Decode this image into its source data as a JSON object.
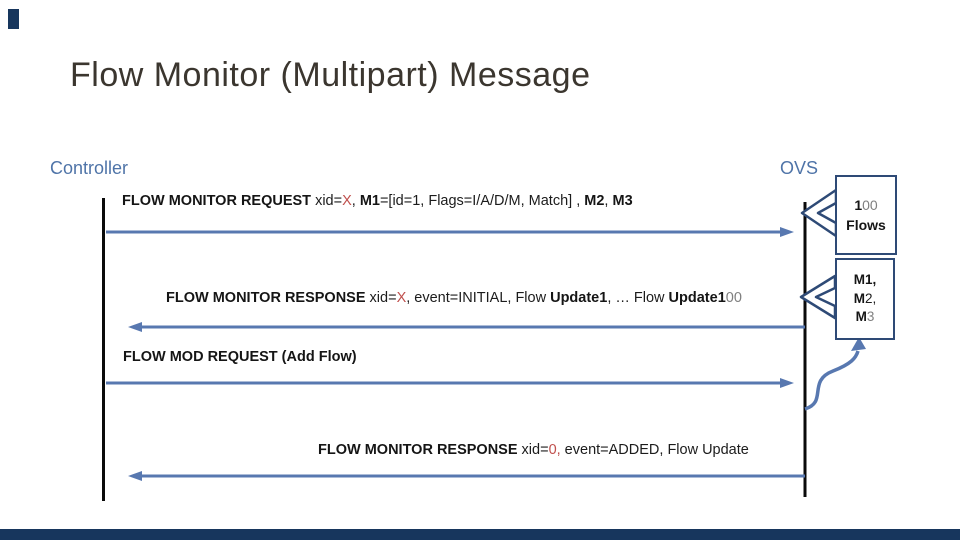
{
  "slide": {
    "title": "Flow Monitor (Multipart) Message",
    "actors": {
      "left": "Controller",
      "right": "OVS"
    },
    "messages": [
      {
        "name": "flow-monitor-request",
        "direction": "right",
        "segments": [
          {
            "t": "FLOW MONITOR REQUEST ",
            "s": "b"
          },
          {
            "t": "xid=",
            "s": "r"
          },
          {
            "t": "X",
            "s": "red"
          },
          {
            "t": ", ",
            "s": "r"
          },
          {
            "t": "M1",
            "s": "b"
          },
          {
            "t": "=[id=1, Flags=I/A/D/M, Match] , ",
            "s": "r"
          },
          {
            "t": "M2",
            "s": "b"
          },
          {
            "t": ", ",
            "s": "r"
          },
          {
            "t": "M3",
            "s": "b"
          }
        ]
      },
      {
        "name": "flow-monitor-response-initial",
        "direction": "left",
        "segments": [
          {
            "t": "FLOW MONITOR RESPONSE ",
            "s": "b"
          },
          {
            "t": "xid=",
            "s": "r"
          },
          {
            "t": "X",
            "s": "red"
          },
          {
            "t": ", event=INITIAL, Flow ",
            "s": "r"
          },
          {
            "t": "Update1",
            "s": "b"
          },
          {
            "t": ", … Flow ",
            "s": "r"
          },
          {
            "t": "Update1",
            "s": "b"
          },
          {
            "t": "00",
            "s": "g"
          }
        ]
      },
      {
        "name": "flow-mod-request",
        "direction": "right",
        "segments": [
          {
            "t": "FLOW MOD REQUEST (Add Flow)",
            "s": "b"
          }
        ]
      },
      {
        "name": "flow-monitor-response-added",
        "direction": "left",
        "segments": [
          {
            "t": "FLOW MONITOR RESPONSE ",
            "s": "b"
          },
          {
            "t": "xid=",
            "s": "r"
          },
          {
            "t": "0,",
            "s": "red"
          },
          {
            "t": " event=ADDED, Flow Update",
            "s": "r"
          }
        ]
      }
    ],
    "side_boxes": {
      "flows": {
        "line1": [
          {
            "t": "1",
            "s": "b"
          },
          {
            "t": "00",
            "s": "g"
          }
        ],
        "line2": [
          {
            "t": "Flows",
            "s": "b"
          }
        ]
      },
      "matches": {
        "line1": [
          {
            "t": "M1,",
            "s": "b"
          }
        ],
        "line2": [
          {
            "t": "M",
            "s": "b"
          },
          {
            "t": "2,",
            "s": "r"
          }
        ],
        "line3": [
          {
            "t": "M",
            "s": "b"
          },
          {
            "t": "3",
            "s": "g"
          }
        ]
      }
    },
    "colors": {
      "arrow_blue": "#5878b0",
      "navy": "#2e4a76",
      "red": "#c0504d",
      "gray": "#7f7f7f",
      "label_blue": "#4f74a8",
      "title": "#3b362f",
      "line": "#0a0a0a",
      "edge": "#17365d"
    }
  }
}
